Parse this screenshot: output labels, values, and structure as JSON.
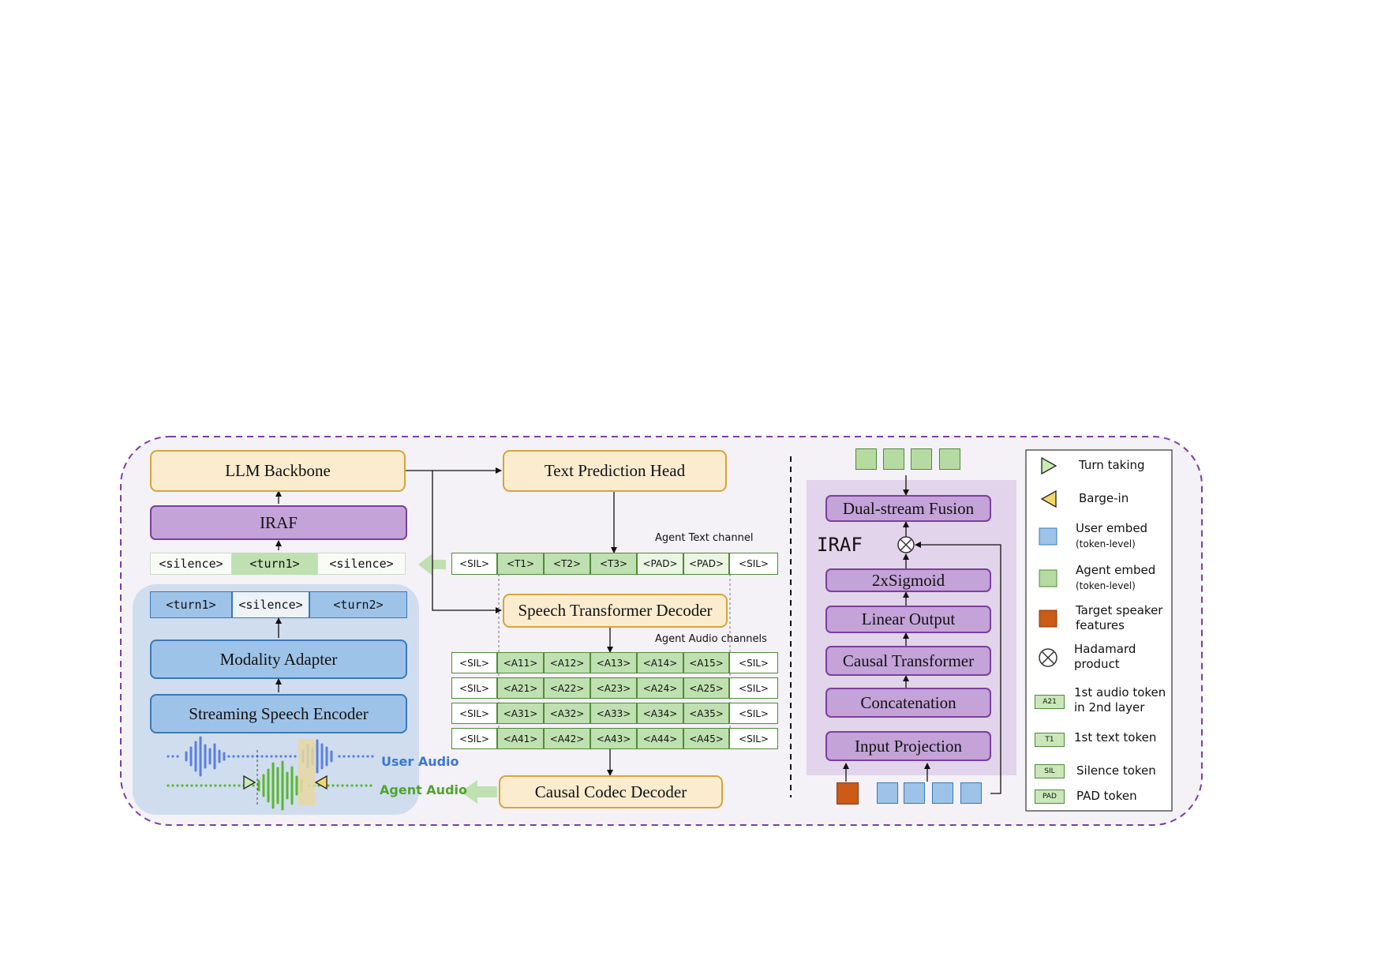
{
  "blocks": {
    "llm_backbone": "LLM Backbone",
    "iraf_main": "IRAF",
    "text_prediction_head": "Text Prediction Head",
    "speech_transformer_decoder": "Speech Transformer Decoder",
    "modality_adapter": "Modality Adapter",
    "streaming_speech_encoder": "Streaming Speech Encoder",
    "causal_codec_decoder": "Causal Codec Decoder"
  },
  "upper_sequence": [
    "<silence>",
    "<turn1>",
    "<silence>"
  ],
  "lower_sequence": [
    "<turn1>",
    "<silence>",
    "<turn2>"
  ],
  "labels": {
    "agent_text_channel": "Agent Text channel",
    "agent_audio_channels": "Agent Audio channels",
    "user_audio": "User Audio",
    "agent_audio": "Agent Audio"
  },
  "text_tokens": [
    "<SIL>",
    "<T1>",
    "<T2>",
    "<T3>",
    "<PAD>",
    "<PAD>",
    "<SIL>"
  ],
  "audio_tokens": [
    [
      "<SIL>",
      "<A11>",
      "<A12>",
      "<A13>",
      "<A14>",
      "<A15>",
      "<SIL>"
    ],
    [
      "<SIL>",
      "<A21>",
      "<A22>",
      "<A23>",
      "<A24>",
      "<A25>",
      "<SIL>"
    ],
    [
      "<SIL>",
      "<A31>",
      "<A32>",
      "<A33>",
      "<A34>",
      "<A35>",
      "<SIL>"
    ],
    [
      "<SIL>",
      "<A41>",
      "<A42>",
      "<A43>",
      "<A44>",
      "<A45>",
      "<SIL>"
    ]
  ],
  "iraf_detail": {
    "title": "IRAF",
    "dual_stream_fusion": "Dual-stream Fusion",
    "sigmoid": "2xSigmoid",
    "linear_output": "Linear Output",
    "causal_transformer": "Causal Transformer",
    "concatenation": "Concatenation",
    "input_projection": "Input Projection"
  },
  "legend": [
    {
      "icon": "turn-taking-icon",
      "line1": "Turn taking",
      "line2": ""
    },
    {
      "icon": "barge-in-icon",
      "line1": "Barge-in",
      "line2": ""
    },
    {
      "icon": "user-embed-icon",
      "line1": "User embed",
      "line2": "(token-level)"
    },
    {
      "icon": "agent-embed-icon",
      "line1": "Agent embed",
      "line2": "(token-level)"
    },
    {
      "icon": "target-speaker-icon",
      "line1": "Target speaker",
      "line2": "features"
    },
    {
      "icon": "hadamard-icon",
      "line1": "Hadamard",
      "line2": "product"
    },
    {
      "icon": "audio-token-icon",
      "box": "A21",
      "line1": "1st audio token",
      "line2": "in 2nd layer"
    },
    {
      "icon": "text-token-icon",
      "box": "T1",
      "line1": "1st text token",
      "line2": ""
    },
    {
      "icon": "silence-token-icon",
      "box": "SIL",
      "line1": "Silence token",
      "line2": ""
    },
    {
      "icon": "pad-token-icon",
      "box": "PAD",
      "line1": "PAD token",
      "line2": ""
    }
  ],
  "colors": {
    "yellow_fill": "#fbecd0",
    "yellow_border": "#d5a53b",
    "purple_fill": "#c4a3d8",
    "purple_border": "#7c3f9d",
    "blue_fill": "#9ec3e8",
    "blue_border": "#3a78b8",
    "green_token": "#b6dba0",
    "orange_feature": "#cc5b16",
    "user_audio": "#5b7fe0",
    "agent_audio": "#58b82b",
    "outline_dashed": "#7b3fa0"
  }
}
